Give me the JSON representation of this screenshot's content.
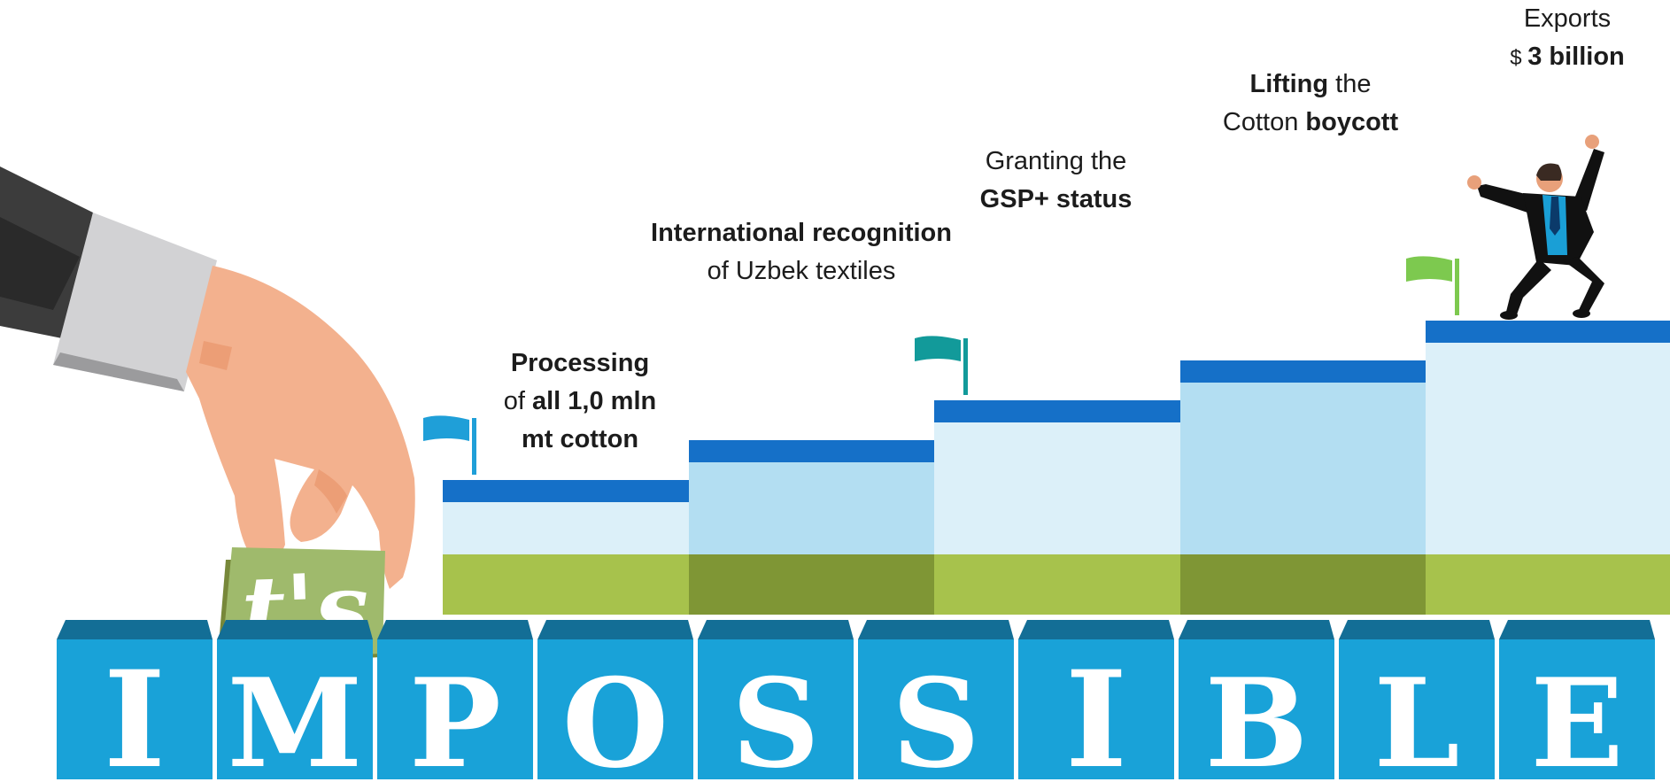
{
  "headline": {
    "prefix": "t's",
    "word_letters": [
      "I",
      "M",
      "P",
      "O",
      "S",
      "S",
      "I",
      "B",
      "L",
      "E"
    ]
  },
  "milestones": [
    {
      "line1_bold": "Processing",
      "line2_pre": "of ",
      "line2_bold": "all 1,0 mln",
      "line3_bold": "mt cotton",
      "flag_color": "#1f9fd8"
    },
    {
      "line1_bold": "International recognition",
      "line2": "of Uzbek textiles"
    },
    {
      "line1": "Granting the",
      "line2_bold": "GSP+ status",
      "flag_color": "#129a9a"
    },
    {
      "line1_bold": "Lifting",
      "line1_post": " the",
      "line2_pre": "Cotton ",
      "line2_bold": "boycott"
    },
    {
      "line1": "Exports",
      "line2_pre": "$ ",
      "line2_bold": "3 billion",
      "flag_color": "#7dc94f"
    }
  ],
  "colors": {
    "step_cap": "#1570c8",
    "step_light": "#dcf0f9",
    "step_mid": "#b3def2",
    "ground_light": "#a7c24c",
    "ground_dark": "#7f9635",
    "tile_face": "#19a2d8",
    "tile_top": "#136e96",
    "note_green": "#9fba6c"
  }
}
